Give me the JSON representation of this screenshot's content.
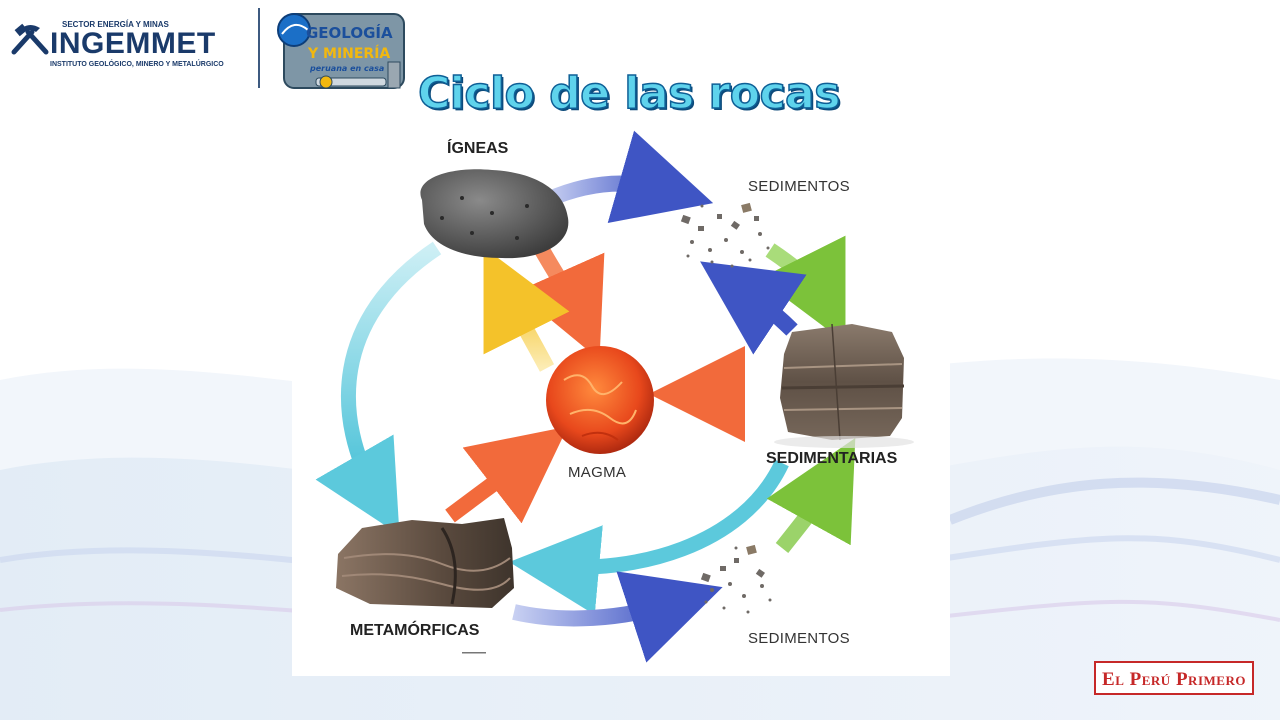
{
  "header": {
    "org_sector": "SECTOR ENERGÍA Y MINAS",
    "org_name": "INGEMMET",
    "org_subtitle": "INSTITUTO GEOLÓGICO, MINERO Y METALÚRGICO",
    "badge_line1": "GEOLOGÍA",
    "badge_line2": "Y MINERÍA",
    "badge_line3": "peruana en casa"
  },
  "title": "Ciclo de las rocas",
  "diagram": {
    "labels": {
      "igneas": "ÍGNEAS",
      "sedimentos_top": "SEDIMENTOS",
      "magma": "MAGMA",
      "sedimentarias": "SEDIMENTARIAS",
      "metamorficas": "METAMÓRFICAS",
      "sedimentos_bottom": "SEDIMENTOS"
    }
  },
  "footer": {
    "brand": "El Perú Primero"
  },
  "colors": {
    "title_fill": "#5fd3ec",
    "title_stroke": "#0e5f96",
    "blue_arrow": "#3f55c4",
    "green_arrow": "#7cc23a",
    "cyan_arrow": "#5cc9dc",
    "orange_arrow": "#f26a3b",
    "yellow_arrow": "#f4c22a",
    "brand_red": "#c62828"
  }
}
